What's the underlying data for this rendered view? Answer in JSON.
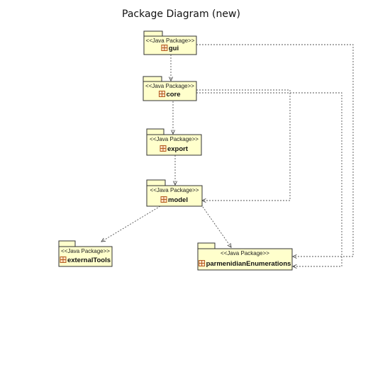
{
  "title": "Package Diagram (new)",
  "colors": {
    "package_fill": "#ffffcc",
    "package_stroke": "#333333",
    "icon_color": "#b55a1e",
    "edge_color": "#555555"
  },
  "packages": [
    {
      "id": "gui",
      "stereotype": "<<Java Package>>",
      "name": "gui"
    },
    {
      "id": "core",
      "stereotype": "<<Java Package>>",
      "name": "core"
    },
    {
      "id": "export",
      "stereotype": "<<Java Package>>",
      "name": "export"
    },
    {
      "id": "model",
      "stereotype": "<<Java Package>>",
      "name": "model"
    },
    {
      "id": "externalTools",
      "stereotype": "<<Java Package>>",
      "name": "externalTools"
    },
    {
      "id": "parmenidianEnumerations",
      "stereotype": "<<Java Package>>",
      "name": "parmenidianEnumerations"
    }
  ],
  "dependencies": [
    {
      "from": "gui",
      "to": "core"
    },
    {
      "from": "gui",
      "to": "parmenidianEnumerations"
    },
    {
      "from": "core",
      "to": "export"
    },
    {
      "from": "core",
      "to": "model"
    },
    {
      "from": "core",
      "to": "parmenidianEnumerations"
    },
    {
      "from": "export",
      "to": "model"
    },
    {
      "from": "model",
      "to": "externalTools"
    },
    {
      "from": "model",
      "to": "parmenidianEnumerations"
    }
  ]
}
